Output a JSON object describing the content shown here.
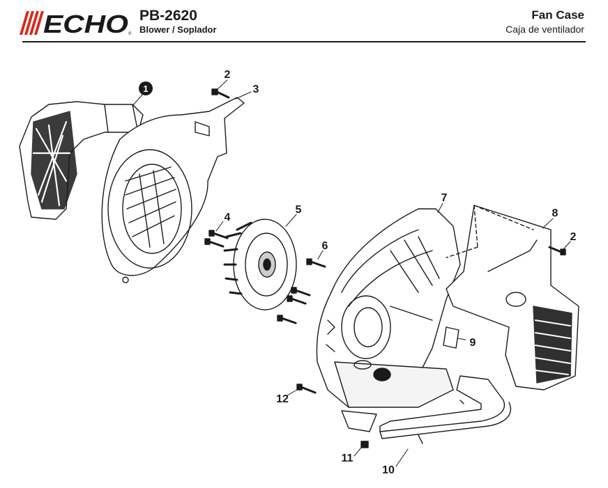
{
  "header": {
    "brand": "ECHO",
    "model": "PB-2620",
    "subtitle": "Blower / Soplador",
    "section_title": "Fan Case",
    "section_subtitle": "Caja de ventilador"
  },
  "colors": {
    "brand_red": "#d72a1f",
    "ink": "#1a1a1a"
  },
  "callouts": {
    "c1": "1",
    "c2a": "2",
    "c2b": "2",
    "c3": "3",
    "c4": "4",
    "c5": "5",
    "c6": "6",
    "c7": "7",
    "c8": "8",
    "c9": "9",
    "c10": "10",
    "c11": "11",
    "c12": "12"
  }
}
